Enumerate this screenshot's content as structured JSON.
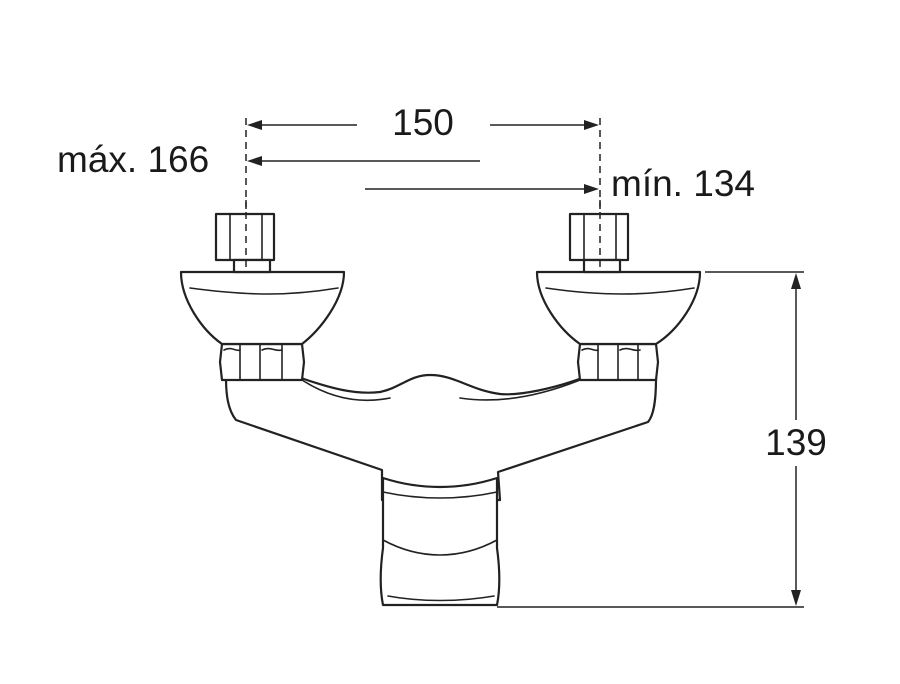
{
  "drawing": {
    "dimensions": {
      "spacing_nominal": "150",
      "spacing_max": "máx. 166",
      "spacing_min": "mín. 134",
      "height": "139"
    },
    "line_color": "#222222",
    "background_color": "#ffffff"
  }
}
